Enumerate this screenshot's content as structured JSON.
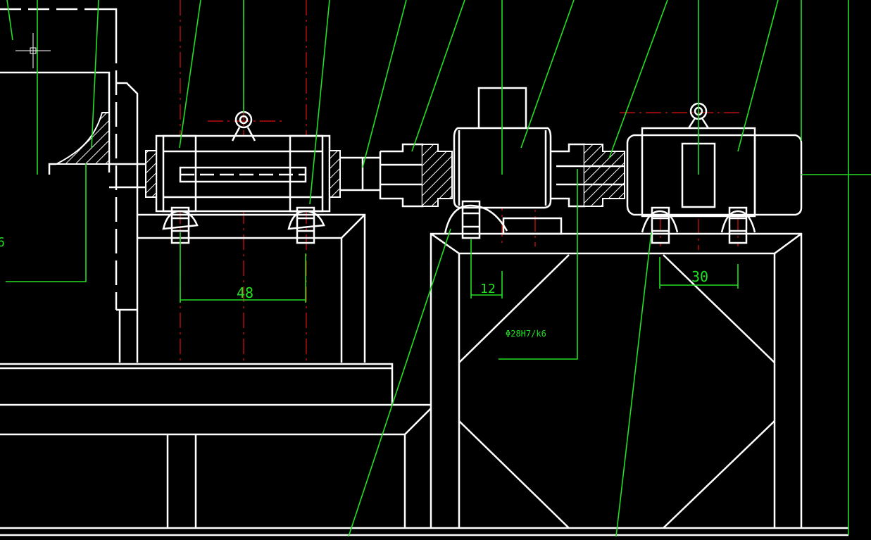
{
  "drawing": {
    "dimensions": {
      "bolt_spacing_left": "48",
      "bolt_offset_center": "12",
      "bolt_spacing_right": "30",
      "fit_tolerance": "Φ28H7/k6",
      "edge_fragment": "6"
    },
    "colors": {
      "background": "#000000",
      "geometry": "#ffffff",
      "leaders_dimensions": "#22e022",
      "center_lines": "#e01010"
    },
    "icons": {
      "cursor": "crosshair-cursor-icon",
      "lifting_eye_left": "lifting-eye-icon",
      "lifting_eye_right": "lifting-eye-icon"
    }
  }
}
